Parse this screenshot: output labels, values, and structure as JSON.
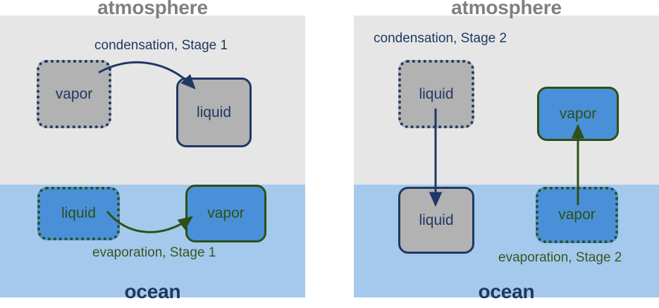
{
  "diagram": {
    "title_hidden": "",
    "colors": {
      "atmosphere_band": "#e6e6e6",
      "ocean_band": "#a4c9ec",
      "gray_box_fill": "#b2b2b2",
      "blue_box_fill": "#4a90d9",
      "navy_stroke": "#1f3864",
      "green_stroke": "#2d5016",
      "atmosphere_label": "#808080",
      "ocean_label": "#1f3864"
    }
  },
  "panels": [
    {
      "id": "panel-stage-1",
      "atmosphere_label": "atmosphere",
      "ocean_label": "ocean",
      "atmosphere": {
        "boxes": [
          {
            "label": "vapor",
            "fill": "gray",
            "edge": "dotted-navy"
          },
          {
            "label": "liquid",
            "fill": "gray",
            "edge": "solid-navy"
          }
        ],
        "process_label": "condensation, Stage 1",
        "process_color": "navy",
        "arrow": "curved-right"
      },
      "ocean": {
        "boxes": [
          {
            "label": "liquid",
            "fill": "blue",
            "edge": "dotted-green"
          },
          {
            "label": "vapor",
            "fill": "blue",
            "edge": "solid-green"
          }
        ],
        "process_label": "evaporation, Stage 1",
        "process_color": "green",
        "arrow": "curved-right"
      }
    },
    {
      "id": "panel-stage-2",
      "atmosphere_label": "atmosphere",
      "ocean_label": "ocean",
      "atmosphere": {
        "boxes": [
          {
            "label": "liquid",
            "fill": "gray",
            "edge": "dotted-navy"
          },
          {
            "label": "vapor",
            "fill": "blue",
            "edge": "solid-green"
          }
        ],
        "process_label": "condensation, Stage 2",
        "process_color": "navy",
        "arrow": "straight-down"
      },
      "ocean": {
        "boxes": [
          {
            "label": "liquid",
            "fill": "gray",
            "edge": "solid-navy"
          },
          {
            "label": "vapor",
            "fill": "blue",
            "edge": "dotted-green"
          }
        ],
        "process_label": "evaporation, Stage 2",
        "process_color": "green",
        "arrow": "straight-up"
      }
    }
  ]
}
